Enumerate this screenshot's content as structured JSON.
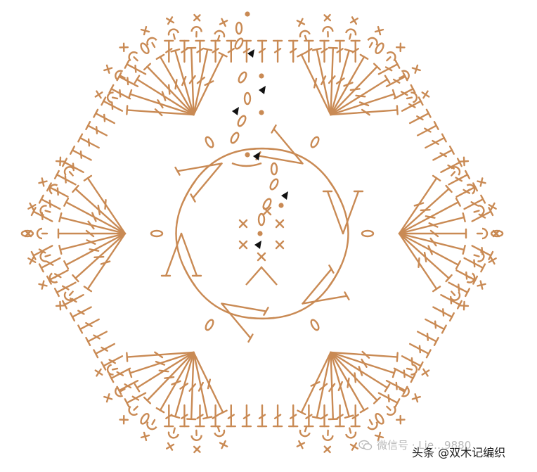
{
  "diagram": {
    "kind": "crochet-hexagon-chart",
    "stitch_color": "#c98a54",
    "marker_color": "#111111",
    "segments": 6,
    "symbols": [
      "chain",
      "slip-stitch",
      "single-crochet",
      "double-crochet",
      "start-marker"
    ]
  },
  "watermark": {
    "back_text": "微信号 · Lie…9880",
    "front_text": "头条 @双木记编织",
    "back_color": "#b9b9b9",
    "front_color": "#1d1d1d"
  }
}
